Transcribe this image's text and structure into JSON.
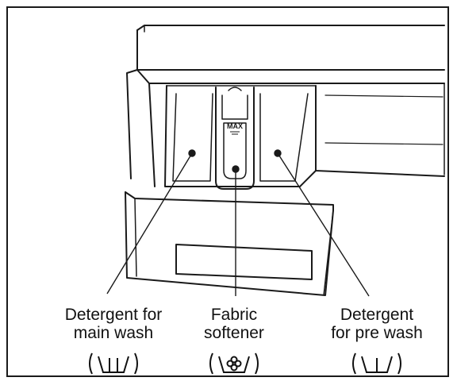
{
  "diagram": {
    "drawer_marking": "MAX",
    "labels": [
      {
        "id": "main",
        "line1": "Detergent for",
        "line2": "main wash",
        "symbol": "main-wash-symbol"
      },
      {
        "id": "soft",
        "line1": "Fabric",
        "line2": "softener",
        "symbol": "flower-symbol"
      },
      {
        "id": "pre",
        "line1": "Detergent",
        "line2": "for pre wash",
        "symbol": "pre-wash-symbol"
      }
    ]
  }
}
